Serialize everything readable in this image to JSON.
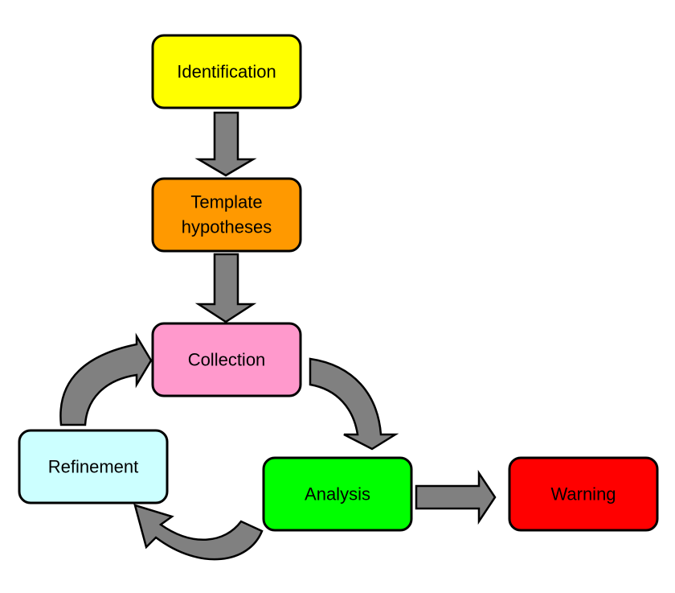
{
  "nodes": {
    "identification": {
      "label": "Identification",
      "color": "#ffff00"
    },
    "template_line1": "Template",
    "template_line2": "hypotheses",
    "template": {
      "color": "#ff9900"
    },
    "collection": {
      "label": "Collection",
      "color": "#ff99cc"
    },
    "refinement": {
      "label": "Refinement",
      "color": "#ccffff"
    },
    "analysis": {
      "label": "Analysis",
      "color": "#00ff00"
    },
    "warning": {
      "label": "Warning",
      "color": "#ff0000"
    }
  },
  "arrow_color": "#808080"
}
